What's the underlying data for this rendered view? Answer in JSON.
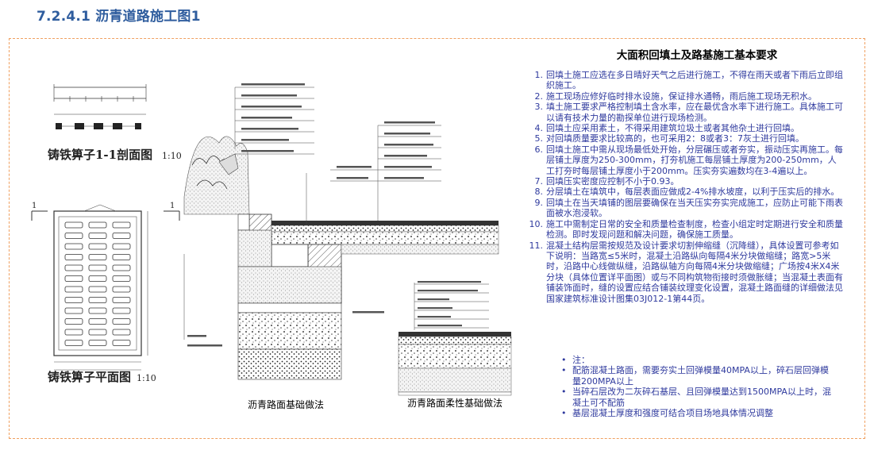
{
  "page": {
    "title": "7.2.4.1 沥青道路施工图1"
  },
  "drawing": {
    "grate_section_title": "铸铁箅子1-1剖面图",
    "grate_section_scale": "1:10",
    "grate_plan_title": "铸铁箅子平面图",
    "grate_plan_scale": "1:10",
    "section_marker": "1"
  },
  "captions": {
    "asphalt_foundation": "沥青路面基础做法",
    "asphalt_flexible": "沥青路面柔性基础做法"
  },
  "requirements": {
    "title": "大面积回填土及路基施工基本要求",
    "items": [
      {
        "num": "1.",
        "text": "回填土施工应选在多日晴好天气之后进行施工，不得在雨天或者下雨后立即组织施工。"
      },
      {
        "num": "2.",
        "text": "施工现场应修好临时排水设施，保证排水通畅，雨后施工现场无积水。"
      },
      {
        "num": "3.",
        "text": "填土施工要求严格控制填土含水率，应在最优含水率下进行施工。具体施工可以请有技术力量的勘探单位进行现场检测。"
      },
      {
        "num": "4.",
        "text": "回填土应采用素土，不得采用建筑垃圾土或者其他杂土进行回填。"
      },
      {
        "num": "5.",
        "text": "对回填质量要求比较高的，也可采用2：8或者3：7灰土进行回填。"
      },
      {
        "num": "6.",
        "text": "回填土施工中需从现场最低处开始，分层碾压或者夯实，振动压实再施工。每层铺土厚度为250-300mm，打夯机施工每层铺土厚度为200-250mm，人工打夯时每层铺土厚度小于200mm。压实夯实遍数均在3-4遍以上。"
      },
      {
        "num": "7.",
        "text": "回填压实密度应控制不小于0.93。"
      },
      {
        "num": "8.",
        "text": "分层填土在填筑中，每层表面应做成2-4%排水坡度，以利于压实后的排水。"
      },
      {
        "num": "9.",
        "text": "回填土在当天填铺的图层要确保在当天压实夯实完成施工，应防止可能下雨表面被水泡浸软。"
      },
      {
        "num": "10.",
        "text": "施工中需制定日常的安全和质量检查制度，检查小组定时定期进行安全和质量检测。即时发现问题和解决问题，确保施工质量。"
      },
      {
        "num": "11.",
        "text": "混凝土结构层需按规范及设计要求切割伸缩缝（沉降缝），具体设置可参考如下说明：当路宽≤5米时，混凝土沿路纵向每隔4米分块做缩缝；路宽>5米时，沿路中心线做纵缝，沿路纵轴方向每隔4米分块做缩缝；广场按4米X4米分块（具体位置详平面图）或与不同构筑物衔接时须做胀缝；当混凝土表面有铺装饰面时，缝的设置应结合铺装纹理变化设置，混凝土路面缝的详细做法见国家建筑标准设计图集03J012-1第44页。"
      }
    ]
  },
  "notes": [
    {
      "bullet": "•",
      "text": "注："
    },
    {
      "bullet": "•",
      "text": "配筋混凝土路面，需要夯实土回弹模量40MPA以上，碎石层回弹模量200MPA以上"
    },
    {
      "bullet": "•",
      "text": "当碎石层改为二灰碎石基层、且回弹模量达到1500MPA以上时，混凝土可不配筋"
    },
    {
      "bullet": "•",
      "text": "基层混凝土厚度和强度可结合项目场地具体情况调整"
    }
  ]
}
